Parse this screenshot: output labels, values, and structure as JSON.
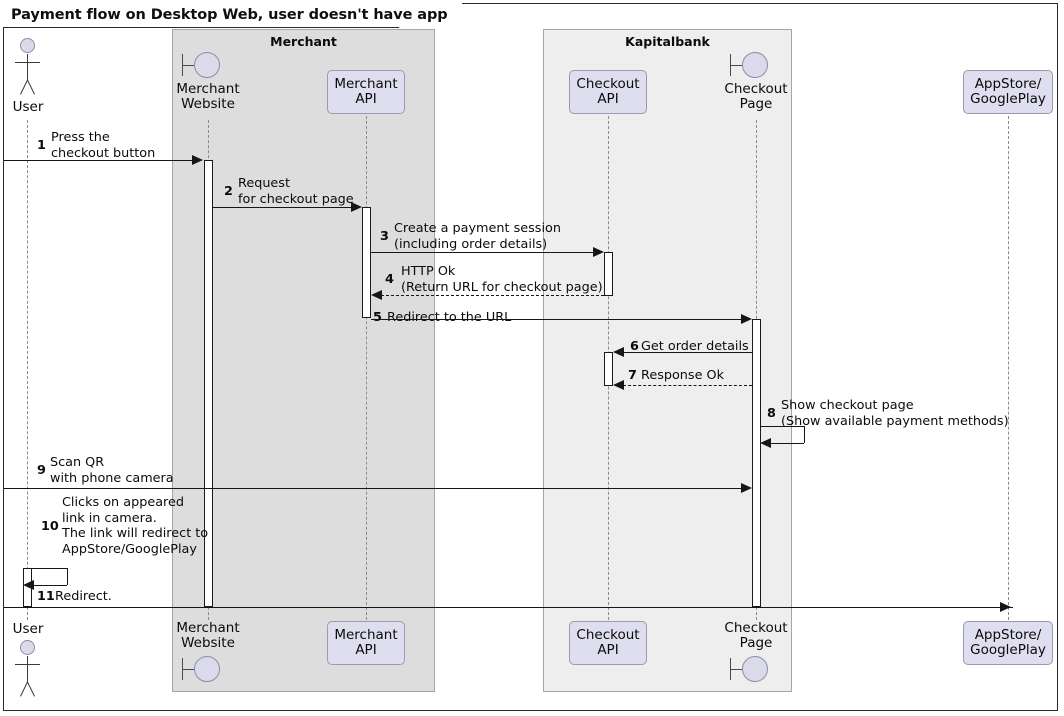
{
  "diagram": {
    "title": "Payment flow on Desktop Web, user doesn't have app",
    "type": "uml-sequence-diagram"
  },
  "groups": [
    {
      "id": "merchant",
      "label": "Merchant",
      "fill": "#dddddd"
    },
    {
      "id": "kapitalbank",
      "label": "Kapitalbank",
      "fill": "#eeeeee"
    }
  ],
  "participants": [
    {
      "id": "user",
      "label": "User",
      "kind": "actor"
    },
    {
      "id": "merchant-website",
      "label": "Merchant\nWebsite",
      "kind": "boundary",
      "group": "merchant"
    },
    {
      "id": "merchant-api",
      "label": "Merchant\nAPI",
      "kind": "box",
      "group": "merchant"
    },
    {
      "id": "checkout-api",
      "label": "Checkout\nAPI",
      "kind": "box",
      "group": "kapitalbank"
    },
    {
      "id": "checkout-page",
      "label": "Checkout\nPage",
      "kind": "boundary",
      "group": "kapitalbank"
    },
    {
      "id": "appstore",
      "label": "AppStore/\nGooglePlay",
      "kind": "box",
      "group": null
    }
  ],
  "messages": [
    {
      "num": "1",
      "label": "Press the\ncheckout button",
      "from": "user",
      "to": "merchant-website",
      "style": "solid",
      "dir": "right"
    },
    {
      "num": "2",
      "label": "Request\nfor checkout page",
      "from": "merchant-website",
      "to": "merchant-api",
      "style": "solid",
      "dir": "right"
    },
    {
      "num": "3",
      "label": "Create a payment session\n(including order details)",
      "from": "merchant-api",
      "to": "checkout-api",
      "style": "solid",
      "dir": "right"
    },
    {
      "num": "4",
      "label": "HTTP Ok\n(Return URL for checkout page)",
      "from": "checkout-api",
      "to": "merchant-api",
      "style": "dashed",
      "dir": "left"
    },
    {
      "num": "5",
      "label": "Redirect to the URL",
      "from": "merchant-api",
      "to": "checkout-page",
      "style": "solid",
      "dir": "right"
    },
    {
      "num": "6",
      "label": "Get order details",
      "from": "checkout-page",
      "to": "checkout-api",
      "style": "solid",
      "dir": "left"
    },
    {
      "num": "7",
      "label": "Response Ok",
      "from": "checkout-api",
      "to": "checkout-page",
      "style": "dashed",
      "dir": "left"
    },
    {
      "num": "8",
      "label": "Show checkout page\n(Show available payment methods)",
      "from": "checkout-page",
      "to": "checkout-page",
      "style": "solid",
      "dir": "self"
    },
    {
      "num": "9",
      "label": "Scan QR\nwith phone camera",
      "from": "user",
      "to": "checkout-page",
      "style": "solid",
      "dir": "right"
    },
    {
      "num": "10",
      "label": "Clicks on appeared\nlink in camera.\nThe link will redirect to\nAppStore/GooglePlay",
      "from": "user",
      "to": "user",
      "style": "solid",
      "dir": "self"
    },
    {
      "num": "11",
      "label": "Redirect.",
      "from": "user",
      "to": "appstore",
      "style": "solid",
      "dir": "right"
    }
  ],
  "colors": {
    "participant_fill": "#dedeee",
    "participant_stroke": "#9a9ab4",
    "merchant_group_fill": "#dddddd",
    "kapitalbank_group_fill": "#eeeeee",
    "line": "#161616",
    "lifeline": "#8a8a90"
  }
}
